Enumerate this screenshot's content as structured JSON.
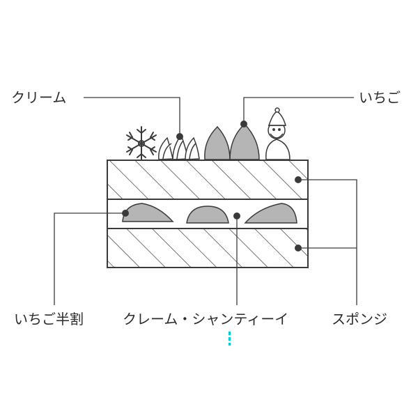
{
  "labels": {
    "cream": "クリーム",
    "strawberry": "いちご",
    "strawberry_half": "いちご半割",
    "creme_chantilly": "クレーム・シャンティーイ",
    "sponge": "スポンジ"
  },
  "colors": {
    "line": "#3a3a3a",
    "fill_gray": "#b5b5b5",
    "dot": "#3a3a3a",
    "marker": "#00c8e0"
  }
}
